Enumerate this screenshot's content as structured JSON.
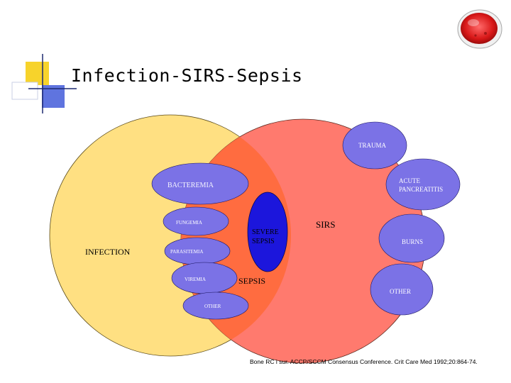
{
  "slide": {
    "title": "Infection-SIRS-Sepsis",
    "citation": "Bone RC i sur. ACCP/SCCM Consensus Conference. Crit Care Med 1992;20:864-74."
  },
  "colors": {
    "infection_fill": "#ffe082",
    "sirs_fill": "#ff7a6e",
    "overlap_fill": "#ff6c40",
    "satellite_fill": "#7b72e6",
    "severe_sepsis_fill": "#1c16dc",
    "square_yellow": "#f7d32b",
    "square_blue": "#5f74df",
    "square_white": "#ffffff"
  },
  "diagram": {
    "infection_label": "INFECTION",
    "sirs_label": "SIRS",
    "sepsis_label": "SEPSIS",
    "severe_sepsis_line1": "SEVERE",
    "severe_sepsis_line2": "SEPSIS",
    "infection_items": {
      "bacteremia": "BACTEREMIA",
      "fungemia": "FUNGEMIA",
      "parasitemia": "PARASITEMIA",
      "viremia": "VIREMIA",
      "other": "OTHER"
    },
    "sirs_items": {
      "trauma": "TRAUMA",
      "pancreatitis_line1": "ACUTE",
      "pancreatitis_line2": "PANCREATITIS",
      "burns": "BURNS",
      "other": "OTHER"
    }
  },
  "decor": {
    "logo_icon": "petri-dish-icon"
  }
}
